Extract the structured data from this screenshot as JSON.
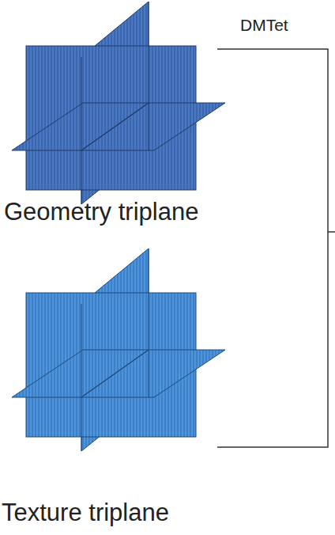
{
  "diagram": {
    "nodes": [
      {
        "text": [
          "Geometry triplane"
        ]
      },
      {
        "text": [
          "Texture triplane"
        ]
      }
    ],
    "labels": [
      "DMTet"
    ]
  }
}
